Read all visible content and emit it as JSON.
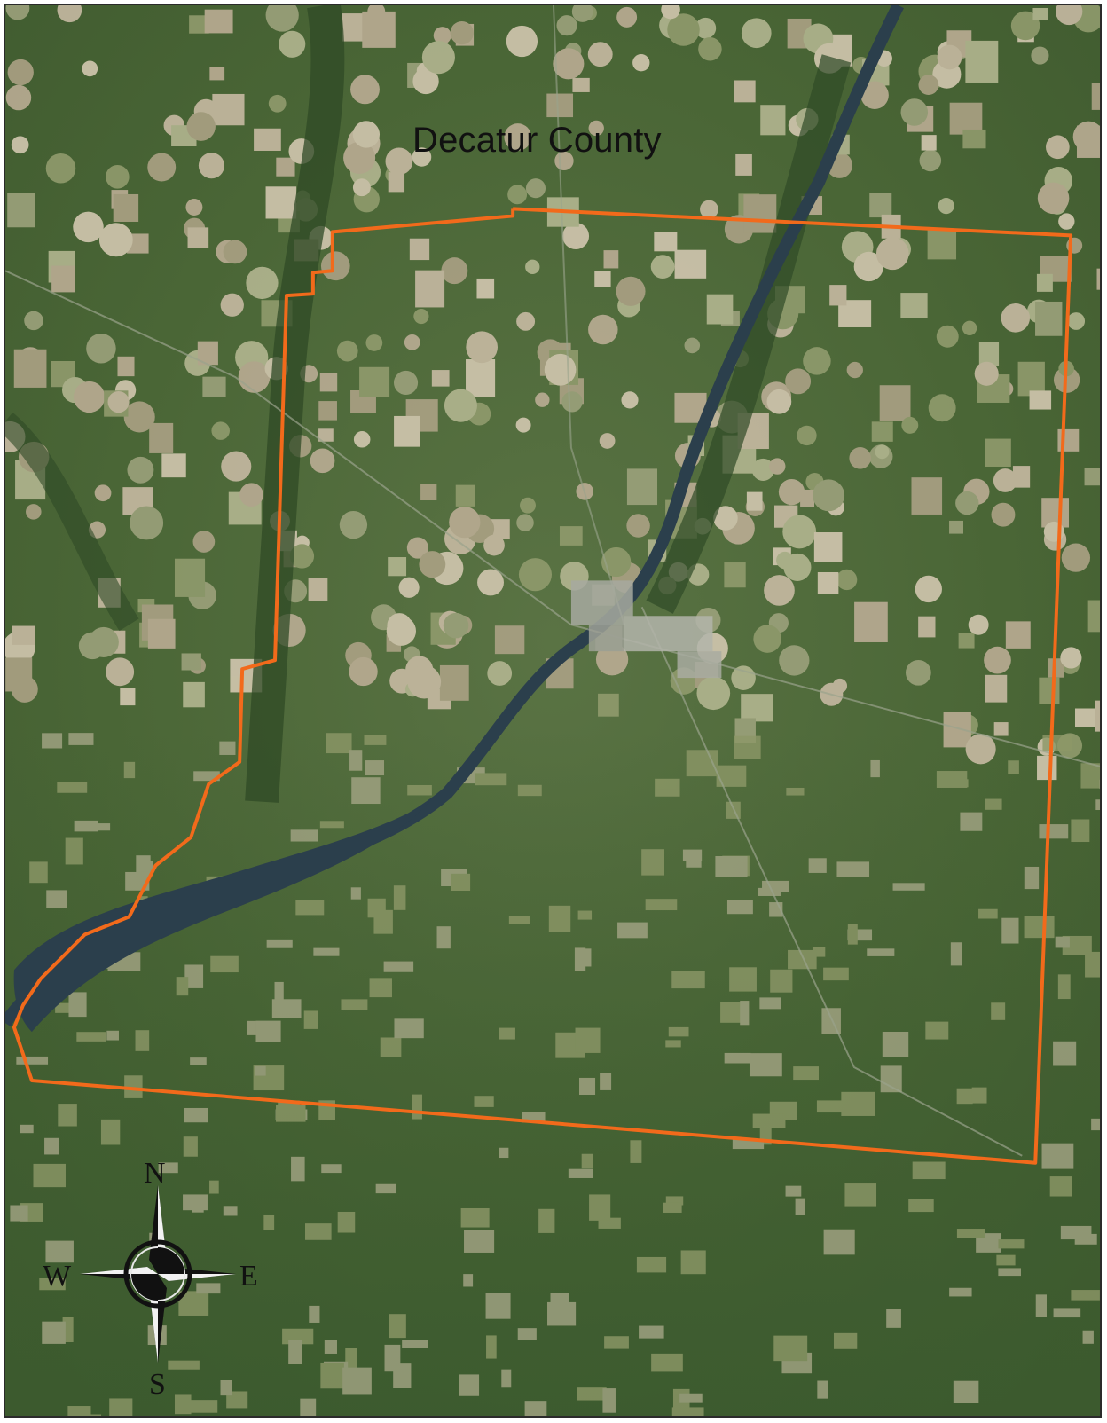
{
  "map": {
    "region_label": "Decatur County",
    "boundary_color": "#f26a1b",
    "water_color": "#2b3f4c",
    "forest_color": "#3f5e30",
    "field_color": "#b8ab92"
  },
  "compass": {
    "north": "N",
    "south": "S",
    "west": "W",
    "east": "E",
    "icon": "compass-rose-icon"
  }
}
